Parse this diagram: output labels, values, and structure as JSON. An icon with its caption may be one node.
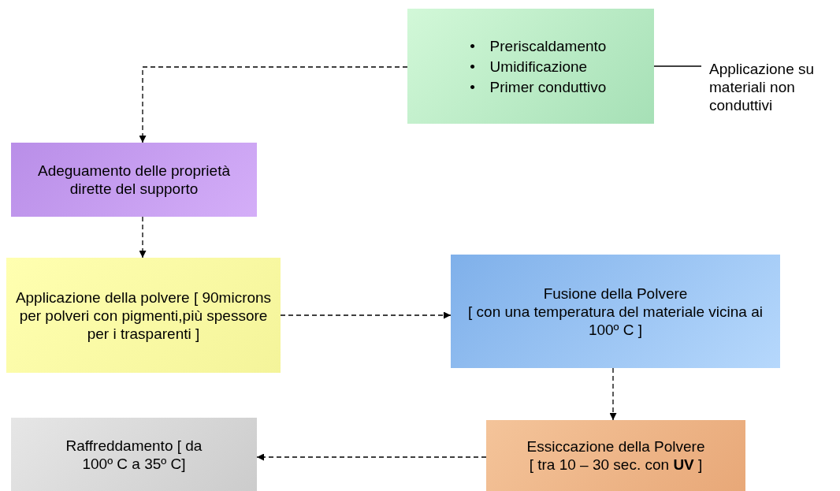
{
  "diagram": {
    "nodes": [
      {
        "text": [
          "Preriscaldamento",
          "Umidificazione",
          "Primer conduttivo"
        ]
      },
      {
        "text": [
          "Applicazione su materiali non conduttivi"
        ]
      },
      {
        "text": [
          "Adeguamento delle proprietà dirette del supporto"
        ]
      },
      {
        "text": [
          "Applicazione della polvere [ 90microns per polveri con pigmenti,più spessore per i trasparenti ]"
        ]
      },
      {
        "text": [
          "Fusione della Polvere",
          "[ con una temperatura del materiale vicina ai 100º C ]"
        ]
      },
      {
        "text": [
          "Essiccazione della Polvere",
          "[ tra 10 – 30 sec. con **UV** ]"
        ]
      },
      {
        "text": [
          "Raffreddamento [ da 100º C a 35º C]"
        ]
      }
    ],
    "edges": [
      {
        "from": 0,
        "to": 1,
        "arrow": "none"
      },
      {
        "from": 0,
        "to": 2,
        "arrow": "to",
        "style": "dashed"
      },
      {
        "from": 2,
        "to": 3,
        "arrow": "to",
        "style": "dashed"
      },
      {
        "from": 3,
        "to": 4,
        "arrow": "to",
        "style": "dashed"
      },
      {
        "from": 4,
        "to": 5,
        "arrow": "to",
        "style": "dashed"
      },
      {
        "from": 5,
        "to": 6,
        "arrow": "to",
        "style": "dashed"
      }
    ],
    "labels": [
      "•",
      "•",
      "•"
    ]
  }
}
